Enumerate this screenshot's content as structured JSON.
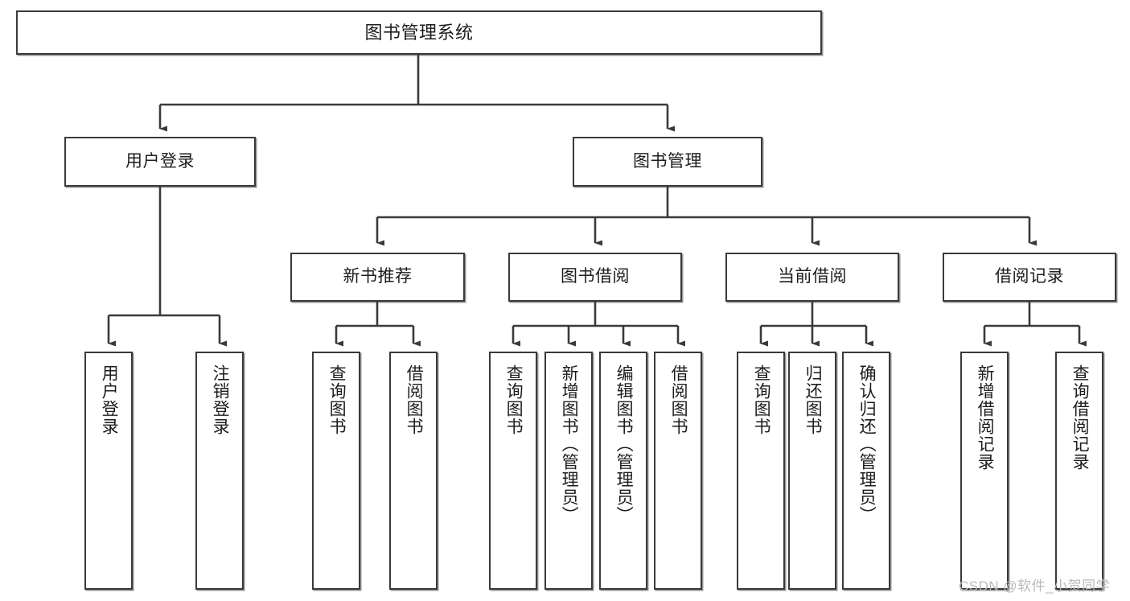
{
  "diagram": {
    "title": "图书管理系统",
    "type": "tree-hierarchy-chart",
    "root": {
      "label": "图书管理系统"
    },
    "level1": [
      {
        "label": "用户登录"
      },
      {
        "label": "图书管理"
      }
    ],
    "level2": [
      {
        "label": "新书推荐"
      },
      {
        "label": "图书借阅"
      },
      {
        "label": "当前借阅"
      },
      {
        "label": "借阅记录"
      }
    ],
    "leaves": {
      "user_login": [
        {
          "label": "用户登录"
        },
        {
          "label": "注销登录"
        }
      ],
      "new_book_recommend": [
        {
          "label": "查询图书"
        },
        {
          "label": "借阅图书"
        }
      ],
      "book_borrow": [
        {
          "label": "查询图书"
        },
        {
          "label": "新增图书（管理员）"
        },
        {
          "label": "编辑图书（管理员）"
        },
        {
          "label": "借阅图书"
        }
      ],
      "current_borrow": [
        {
          "label": "查询图书"
        },
        {
          "label": "归还图书"
        },
        {
          "label": "确认归还（管理员）"
        }
      ],
      "borrow_record": [
        {
          "label": "新增借阅记录"
        },
        {
          "label": "查询借阅记录"
        }
      ]
    }
  },
  "watermark": {
    "text": "CSDN @软件_小贺同学"
  },
  "colors": {
    "stroke": "#3a3a3a",
    "text": "#1d1d1d",
    "background": "#ffffff",
    "watermark": "#b9b9b9"
  }
}
